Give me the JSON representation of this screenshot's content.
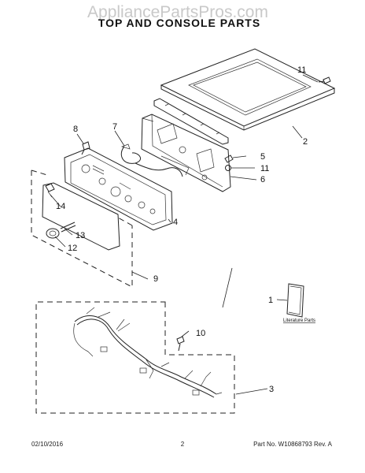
{
  "header": {
    "watermark": "AppliancePartsPros.com",
    "title": "TOP AND CONSOLE PARTS"
  },
  "callouts": [
    "1",
    "2",
    "3",
    "4",
    "5",
    "6",
    "7",
    "8",
    "9",
    "10",
    "11",
    "11",
    "12",
    "13",
    "14"
  ],
  "literature_label": "Literature Parts",
  "footer": {
    "date": "02/10/2016",
    "page": "2",
    "part_number": "Part No. W10868793  Rev. A"
  }
}
